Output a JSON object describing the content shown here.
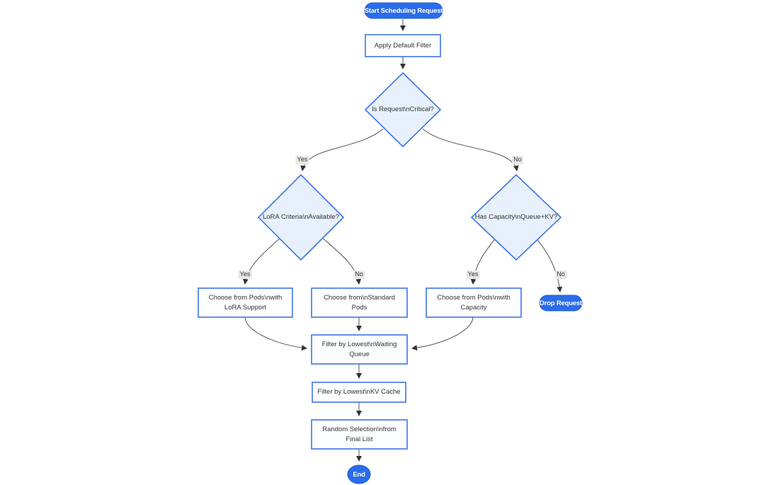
{
  "diagram": {
    "type": "flowchart",
    "colors": {
      "accent_blue": "#2a6cea",
      "node_border_blue": "#3d74e8",
      "diamond_fill": "#e7f0fc",
      "rect_fill": "#fdfeff",
      "edge_line": "#555555",
      "edge_label_bg": "#e8e8e8",
      "text": "#333333",
      "pill_text": "#ffffff"
    },
    "nodes": {
      "start": {
        "label": "Start Scheduling Request",
        "type": "pill"
      },
      "apply_filter": {
        "label": "Apply Default Filter",
        "type": "rect"
      },
      "is_critical": {
        "label": "Is Request\\nCritical?",
        "type": "diamond"
      },
      "lora_criteria": {
        "label": "LoRA Criteria\\nAvailable?",
        "type": "diamond"
      },
      "has_capacity": {
        "label": "Has Capacity\\nQueue+KV?",
        "type": "diamond"
      },
      "choose_lora_pods": {
        "label": "Choose from Pods\\nwith LoRA Support",
        "type": "rect"
      },
      "choose_standard_pods": {
        "label": "Choose from\\nStandard Pods",
        "type": "rect"
      },
      "choose_capacity_pods": {
        "label": "Choose from Pods\\nwith Capacity",
        "type": "rect"
      },
      "drop_request": {
        "label": "Drop Request",
        "type": "pill"
      },
      "filter_waiting_queue": {
        "label": "Filter by Lowest\\nWaiting Queue",
        "type": "rect"
      },
      "filter_kv_cache": {
        "label": "Filter by Lowest\\nKV Cache",
        "type": "rect"
      },
      "random_selection": {
        "label": "Random Selection\\nfrom Final List",
        "type": "rect"
      },
      "end": {
        "label": "End",
        "type": "circle"
      }
    },
    "edge_labels": {
      "critical_yes": "Yes",
      "critical_no": "No",
      "lora_yes": "Yes",
      "lora_no": "No",
      "capacity_yes": "Yes",
      "capacity_no": "No"
    },
    "edges": [
      {
        "from": "start",
        "to": "apply_filter"
      },
      {
        "from": "apply_filter",
        "to": "is_critical"
      },
      {
        "from": "is_critical",
        "to": "lora_criteria",
        "label": "Yes"
      },
      {
        "from": "is_critical",
        "to": "has_capacity",
        "label": "No"
      },
      {
        "from": "lora_criteria",
        "to": "choose_lora_pods",
        "label": "Yes"
      },
      {
        "from": "lora_criteria",
        "to": "choose_standard_pods",
        "label": "No"
      },
      {
        "from": "has_capacity",
        "to": "choose_capacity_pods",
        "label": "Yes"
      },
      {
        "from": "has_capacity",
        "to": "drop_request",
        "label": "No"
      },
      {
        "from": "choose_lora_pods",
        "to": "filter_waiting_queue"
      },
      {
        "from": "choose_standard_pods",
        "to": "filter_waiting_queue"
      },
      {
        "from": "choose_capacity_pods",
        "to": "filter_waiting_queue"
      },
      {
        "from": "filter_waiting_queue",
        "to": "filter_kv_cache"
      },
      {
        "from": "filter_kv_cache",
        "to": "random_selection"
      },
      {
        "from": "random_selection",
        "to": "end"
      }
    ]
  }
}
